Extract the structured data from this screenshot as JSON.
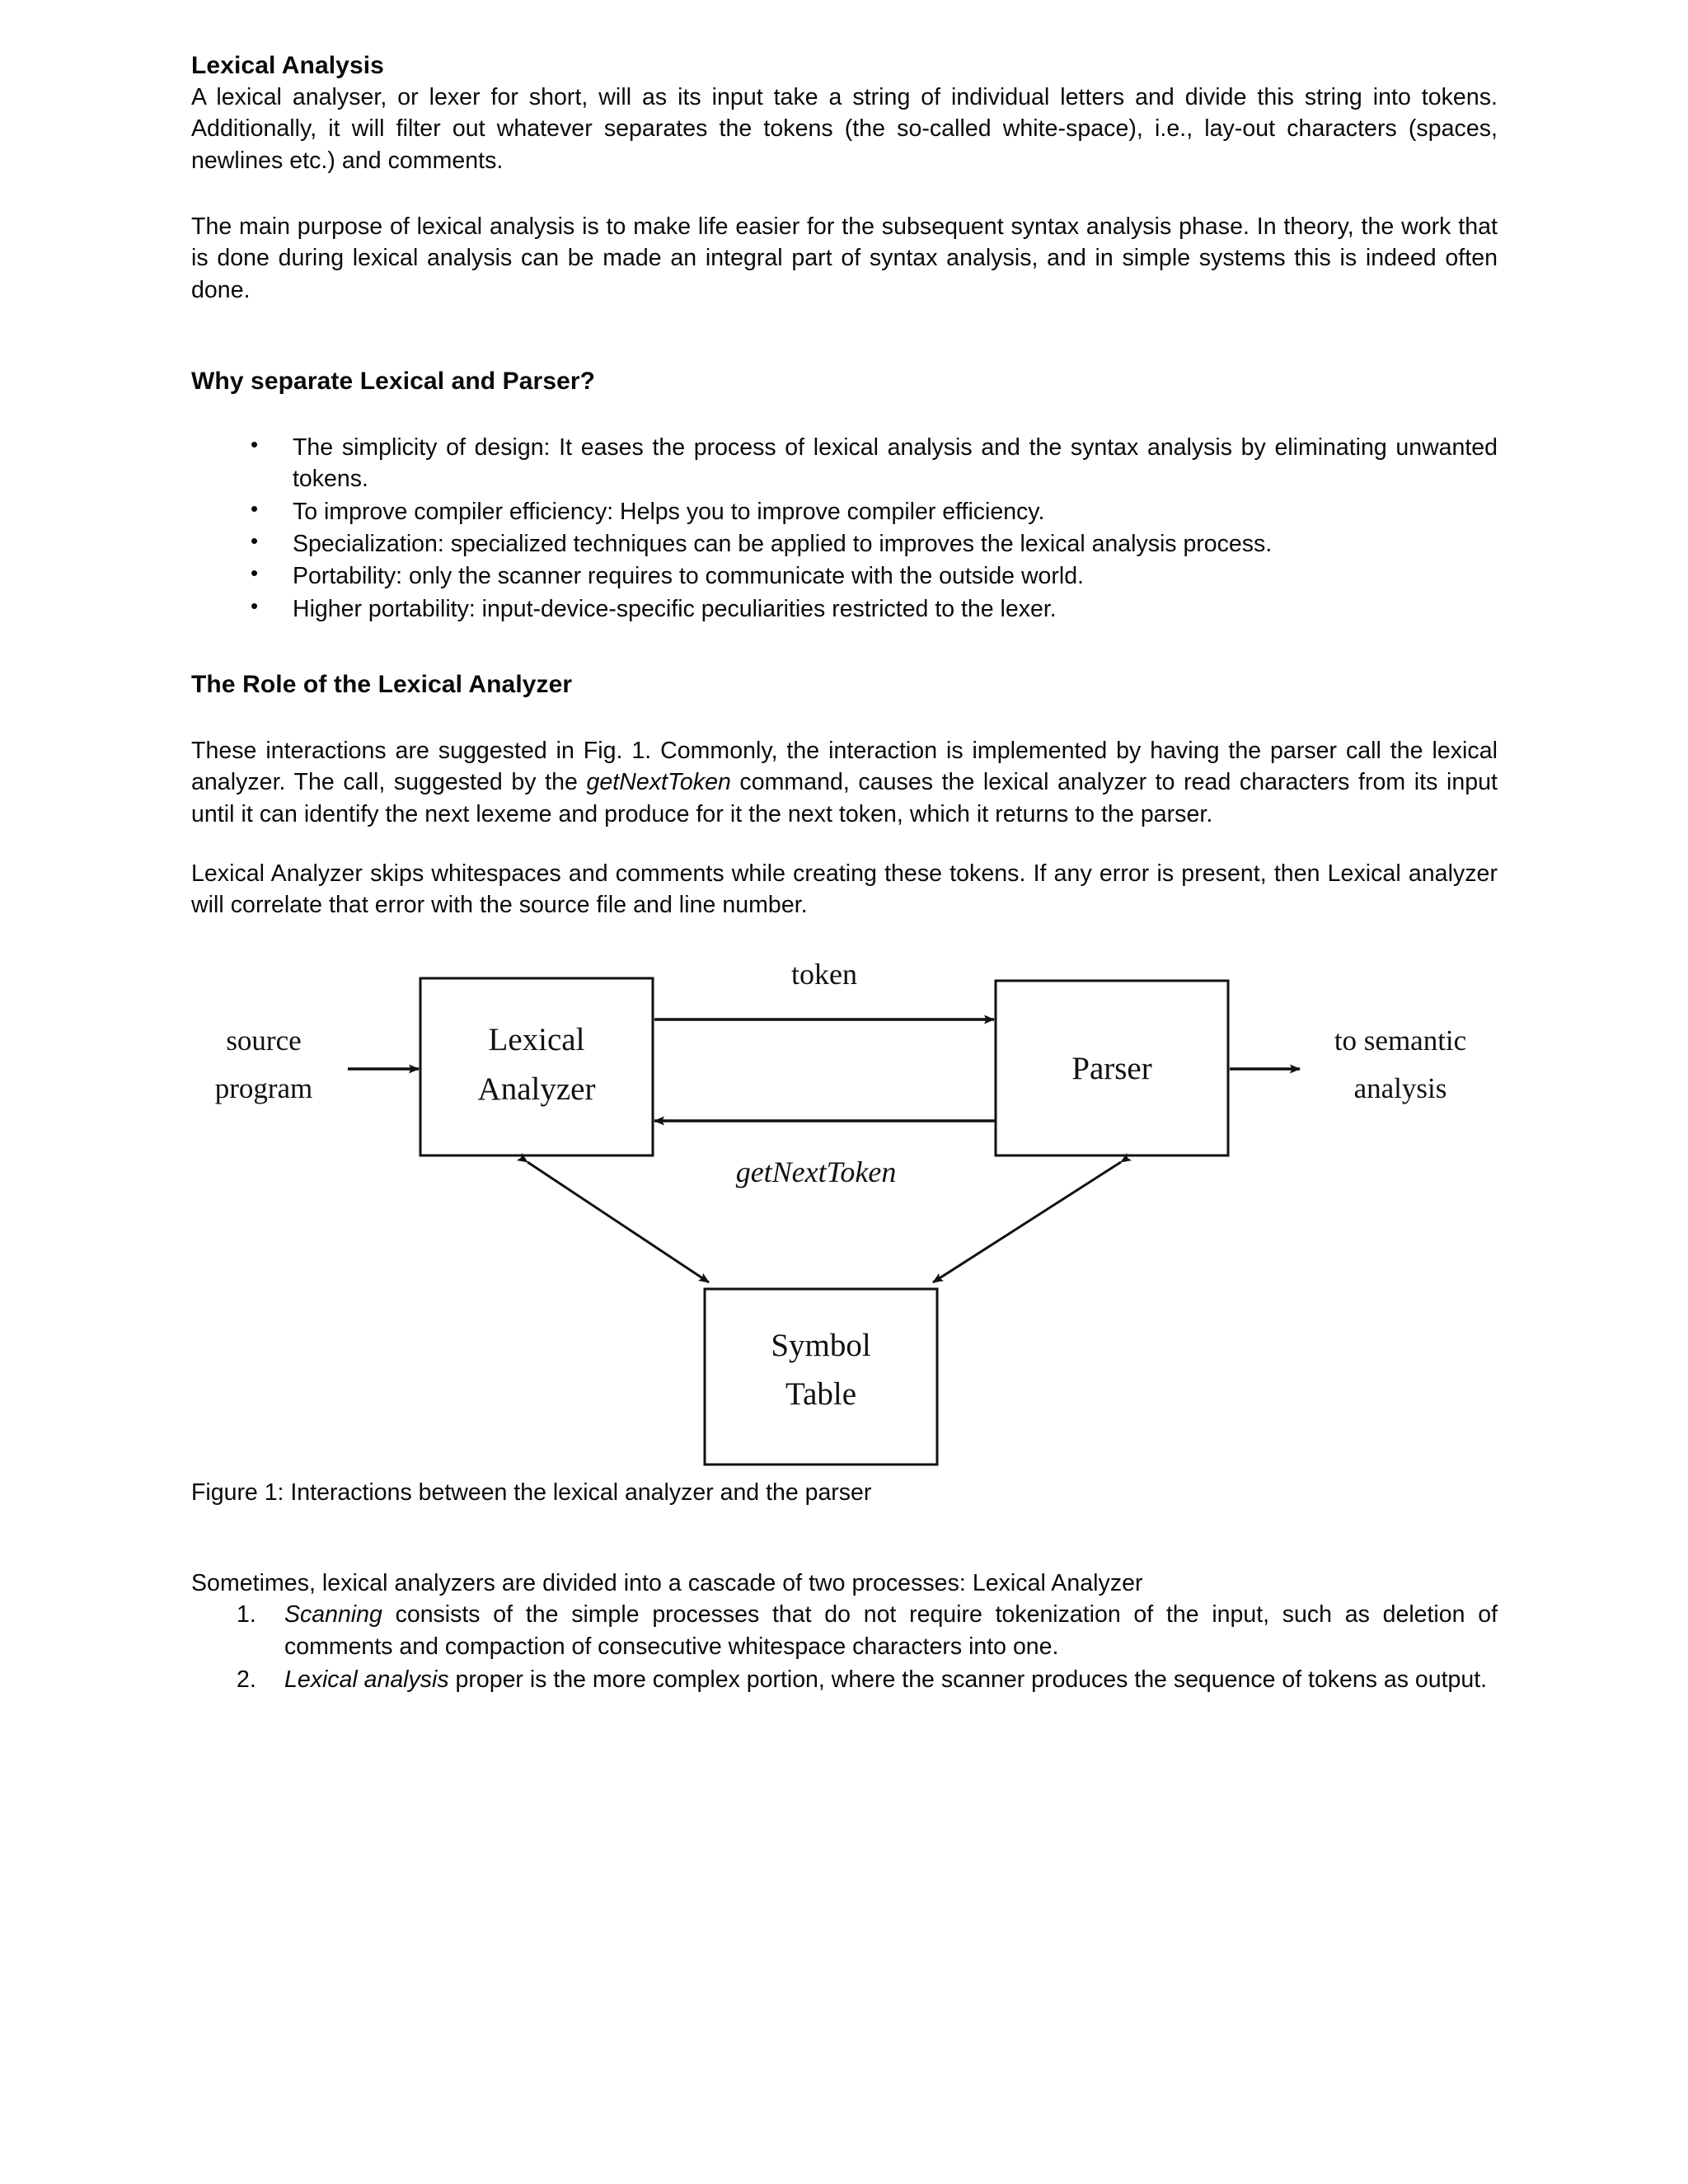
{
  "document": {
    "section1": {
      "heading": "Lexical Analysis",
      "paragraph1": "A lexical analyser, or lexer for short, will as its input take a string of individual letters and divide this string into tokens. Additionally, it will filter out whatever separates the tokens (the so-called white-space), i.e., lay-out characters (spaces, newlines etc.) and comments.",
      "paragraph2": "The main purpose of lexical analysis is to make life easier for the subsequent syntax analysis phase. In theory, the work that is done during lexical analysis can be made an integral part of syntax analysis, and in simple systems this is indeed often done."
    },
    "section2": {
      "heading": "Why separate Lexical and Parser?",
      "bullets": [
        "The simplicity of design: It eases the process of lexical analysis and the syntax analysis by eliminating unwanted tokens.",
        "To improve compiler efficiency: Helps you to improve compiler efficiency.",
        "Specialization: specialized techniques can be applied to improves the lexical analysis process.",
        "Portability: only the scanner requires to communicate with the outside world.",
        "Higher portability: input-device-specific peculiarities restricted to the lexer."
      ]
    },
    "section3": {
      "heading": "The Role of the Lexical Analyzer",
      "paragraph1_a": "These interactions are suggested in Fig. 1. Commonly, the interaction is implemented by having the parser call the lexical analyzer. The call, suggested by the ",
      "paragraph1_em": "getNextToken",
      "paragraph1_b": " command, causes the lexical analyzer to read characters from its input until it can identify the next lexeme and produce for it the next token, which it returns to the parser.",
      "paragraph2": "Lexical Analyzer skips whitespaces and comments while creating these tokens. If any error is present, then Lexical analyzer will correlate that error with the source file and line number."
    },
    "figure": {
      "caption": "Figure 1: Interactions between the lexical analyzer and the parser",
      "boxes": {
        "lexical_analyzer_line1": "Lexical",
        "lexical_analyzer_line2": "Analyzer",
        "parser": "Parser",
        "symbol_table_line1": "Symbol",
        "symbol_table_line2": "Table"
      },
      "labels": {
        "source_line1": "source",
        "source_line2": "program",
        "token": "token",
        "get_next_token": "getNextToken",
        "to_semantic_line1": "to semantic",
        "to_semantic_line2": "analysis"
      }
    },
    "section4": {
      "intro": "Sometimes, lexical analyzers are divided into a cascade of two processes: Lexical Analyzer",
      "items": [
        {
          "em": "Scanning",
          "rest": " consists of the simple processes that do not require tokenization of the input, such as deletion of comments and compaction of consecutive whitespace characters into one."
        },
        {
          "em": "Lexical analysis",
          "rest": " proper is the more complex portion, where the scanner produces the sequence of tokens as output."
        }
      ]
    }
  }
}
